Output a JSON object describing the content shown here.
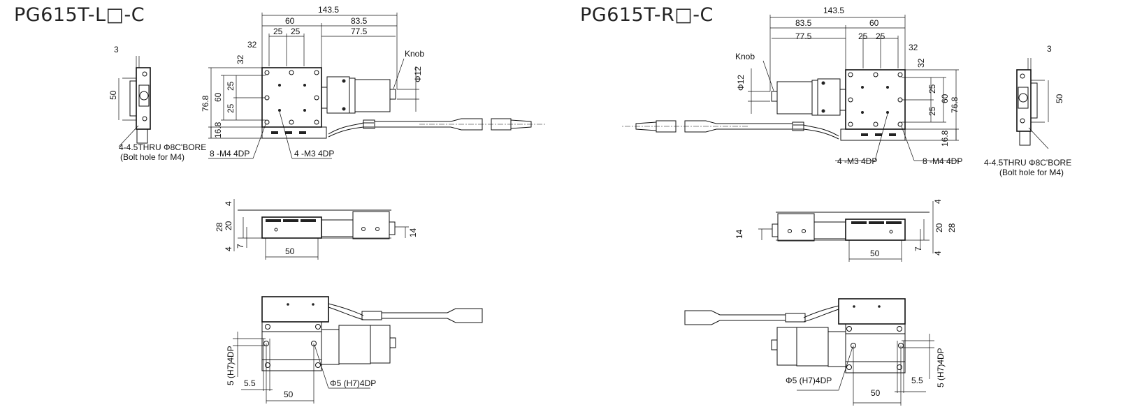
{
  "left": {
    "title": "PG615T-L□-C",
    "top_view": {
      "overall": "143.5",
      "stage": "60",
      "motor_side": "83.5",
      "pitch_a": "25",
      "pitch_b": "25",
      "to_knob": "77.5",
      "offset_h": "32",
      "offset_v": "32",
      "height_total": "76.8",
      "height_stage": "60",
      "pitch_v_a": "25",
      "pitch_v_b": "25",
      "base": "16.8",
      "knob_label": "Knob",
      "knob_dia": "Φ12",
      "m4_label": "8 -M4 4DP",
      "m3_label": "4 -M3 4DP"
    },
    "end_view": {
      "gap": "3",
      "height": "50",
      "bolt_label": "4-4.5THRU Φ8C'BORE",
      "bolt_note": "(Bolt hole for M4)"
    },
    "front_view": {
      "top": "4",
      "total": "28",
      "stage": "20",
      "bottom": "4",
      "offset": "7",
      "knob_height": "14",
      "pitch": "50"
    },
    "bottom_view": {
      "pin_label": "5 (H7)4DP",
      "edge": "5.5",
      "pitch": "50",
      "hole_label": "Φ5 (H7)4DP"
    }
  },
  "right": {
    "title": "PG615T-R□-C",
    "top_view": {
      "overall": "143.5",
      "motor_side": "83.5",
      "stage": "60",
      "to_knob": "77.5",
      "pitch_a": "25",
      "pitch_b": "25",
      "offset_h": "32",
      "offset_v": "32",
      "height_total": "76.8",
      "height_stage": "60",
      "pitch_v_a": "25",
      "pitch_v_b": "25",
      "base": "16.8",
      "knob_label": "Knob",
      "knob_dia": "Φ12",
      "m3_label": "4 -M3 4DP",
      "m4_label": "8 -M4 4DP"
    },
    "end_view": {
      "gap": "3",
      "height": "50",
      "bolt_label": "4-4.5THRU Φ8C'BORE",
      "bolt_note": "(Bolt hole for M4)"
    },
    "front_view": {
      "top": "4",
      "total": "28",
      "stage": "20",
      "bottom": "4",
      "offset": "7",
      "knob_height": "14",
      "pitch": "50"
    },
    "bottom_view": {
      "pin_label": "5 (H7)4DP",
      "edge": "5.5",
      "pitch": "50",
      "hole_label": "Φ5 (H7)4DP"
    }
  }
}
